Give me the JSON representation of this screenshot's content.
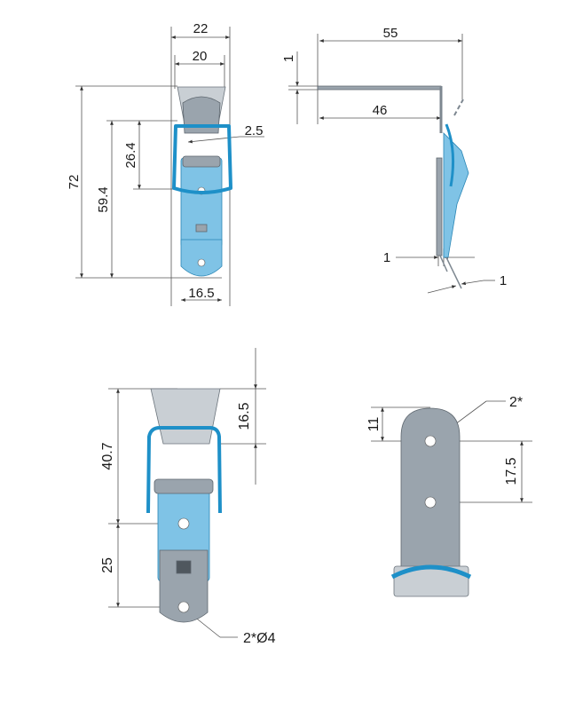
{
  "colors": {
    "wire": "#1e90c8",
    "blue_part": "#7fc3e6",
    "metal": "#9aa4ad",
    "background": "#ffffff"
  },
  "front_view": {
    "dims": {
      "overall_width": "22",
      "inner_width": "20",
      "height": "72",
      "handle_height": "59.4",
      "hook_height": "26.4",
      "wire": "2.5",
      "base_width": "16.5"
    }
  },
  "side_view": {
    "dims": {
      "length": "55",
      "inner_length": "46",
      "thickness": "1",
      "gap": "1",
      "tip": "1"
    }
  },
  "mounted_view": {
    "dims": {
      "hook_spacing": "40.7",
      "hook_depth": "16.5",
      "hole_spacing": "25",
      "holes": "2*Ø4"
    }
  },
  "catch_plate": {
    "dims": {
      "top_offset": "11",
      "hole_spacing": "17.5",
      "holes": "2*"
    }
  }
}
